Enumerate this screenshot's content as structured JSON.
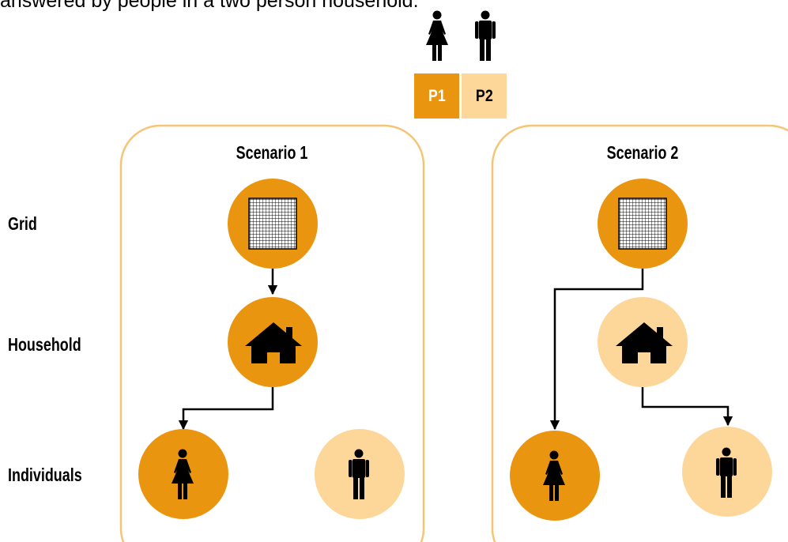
{
  "caption": "answered by people in a two person household.",
  "legend": {
    "p1_label": "P1",
    "p2_label": "P2"
  },
  "row_labels": {
    "grid": "Grid",
    "household": "Household",
    "individuals": "Individuals"
  },
  "scenarios": [
    {
      "title": "Scenario 1"
    },
    {
      "title": "Scenario 2"
    }
  ],
  "colors": {
    "dark_orange": "#ea9510",
    "light_orange": "#fdd69a",
    "box_border": "#f5c577",
    "ink": "#000000"
  },
  "icons": {
    "grid": "grid-icon",
    "household": "house-icon",
    "person_female": "female-person-icon",
    "person_male": "male-person-icon"
  }
}
